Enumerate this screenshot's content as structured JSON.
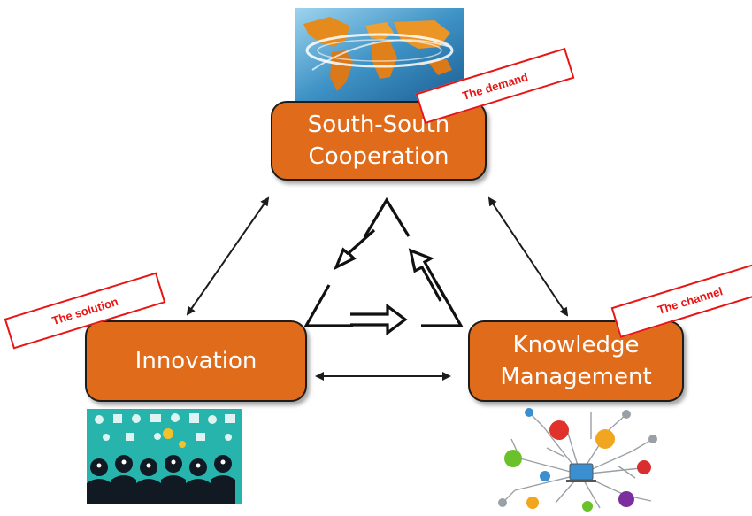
{
  "nodes": {
    "south_south": {
      "lines": [
        "South-South",
        "Cooperation"
      ]
    },
    "innovation": {
      "lines": [
        "Innovation"
      ]
    },
    "knowledge": {
      "lines": [
        "Knowledge",
        "Management"
      ]
    }
  },
  "tags": {
    "demand": "The demand",
    "solution": "The solution",
    "channel": "The channel"
  },
  "colors": {
    "box_fill": "#e06c1b",
    "tag_red": "#e81515",
    "arrow": "#1c1c1c"
  },
  "images": {
    "south_south": "world-map-image",
    "innovation": "people-ideas-image",
    "knowledge": "network-icons-image"
  },
  "icons": {
    "center": "recycle-cycle-icon"
  }
}
